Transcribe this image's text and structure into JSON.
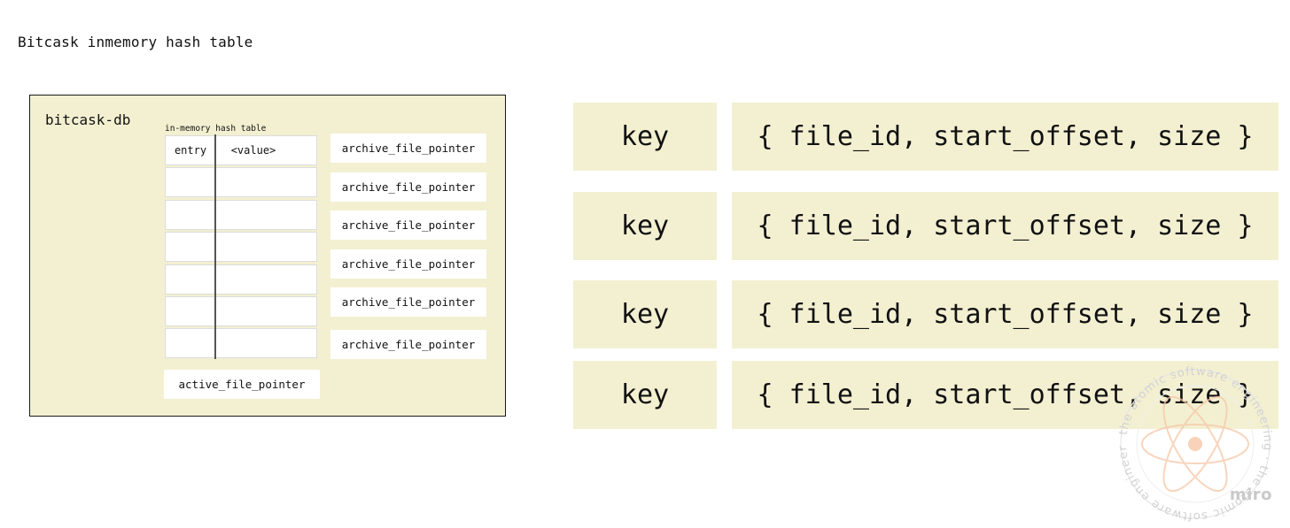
{
  "page_title": "Bitcask inmemory hash table",
  "db_box": {
    "label": "bitcask-db",
    "hash_table_caption": "in-memory hash table",
    "header_entry": "entry",
    "header_value": "<value>",
    "archive_pointers": [
      "archive_file_pointer",
      "archive_file_pointer",
      "archive_file_pointer",
      "archive_file_pointer",
      "archive_file_pointer",
      "archive_file_pointer"
    ],
    "active_pointer": "active_file_pointer"
  },
  "kv_rows": [
    {
      "key": "key",
      "value": "{ file_id, start_offset, size }"
    },
    {
      "key": "key",
      "value": "{ file_id, start_offset, size }"
    },
    {
      "key": "key",
      "value": "{ file_id, start_offset, size }"
    },
    {
      "key": "key",
      "value": "{ file_id, start_offset, size }"
    }
  ],
  "watermark": {
    "ring_text": "the atomic software engineering",
    "brand": "miro"
  },
  "colors": {
    "cream": "#f3f0d1",
    "border": "#1a1a1a",
    "watermark_accent": "#f6c7a8"
  }
}
